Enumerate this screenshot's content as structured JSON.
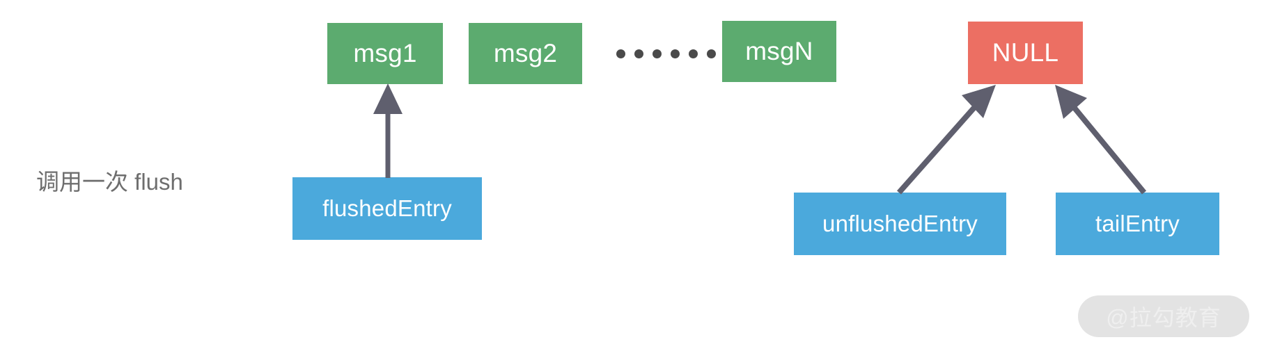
{
  "diagram": {
    "caption": "调用一次 flush",
    "colors": {
      "green": "#5CAB6F",
      "red": "#EC6F63",
      "blue": "#4BA9DC",
      "arrow": "#5F5F6E",
      "dot": "#4A4A4A",
      "caption_text": "#6E6E6E",
      "background": "#FFFFFF",
      "watermark_pill": "#E3E3E3",
      "watermark_text": "#EFEFEF"
    },
    "messages": [
      {
        "label": "msg1"
      },
      {
        "label": "msg2"
      },
      {
        "label": "msgN"
      }
    ],
    "null_node": {
      "label": "NULL"
    },
    "entries": [
      {
        "label": "flushedEntry"
      },
      {
        "label": "unflushedEntry"
      },
      {
        "label": "tailEntry"
      }
    ],
    "ellipsis_dot_count": 6,
    "pointers": [
      {
        "from": "flushedEntry",
        "to": "msg1"
      },
      {
        "from": "unflushedEntry",
        "to": "NULL"
      },
      {
        "from": "tailEntry",
        "to": "NULL"
      }
    ]
  },
  "watermark": {
    "text": "@拉勾教育"
  }
}
